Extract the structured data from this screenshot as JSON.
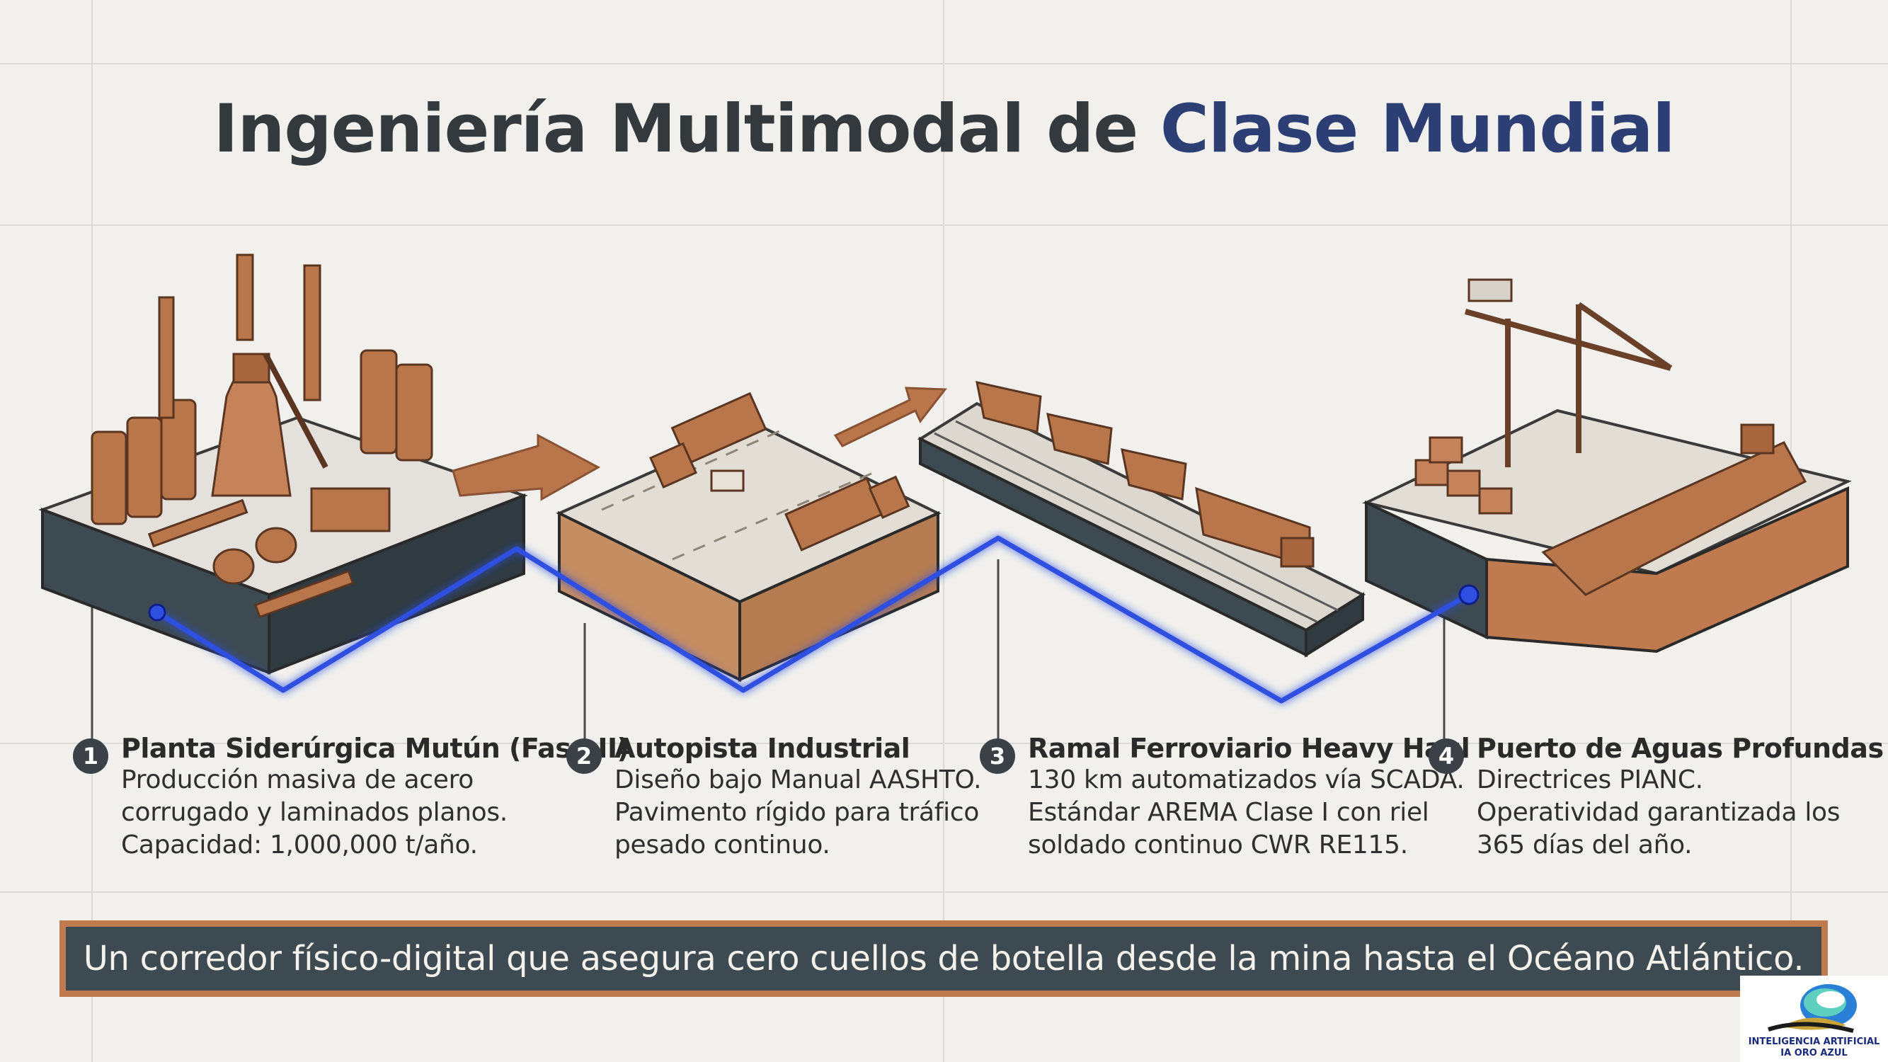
{
  "title": {
    "part1": "Ingeniería Multimodal de",
    "part2": "Clase Mundial"
  },
  "stages": [
    {
      "number": "1",
      "heading": "Planta Siderúrgica Mutún (Fase II)",
      "lines": [
        "Producción masiva de acero",
        "corrugado y laminados planos.",
        "Capacidad: 1,000,000 t/año."
      ]
    },
    {
      "number": "2",
      "heading": "Autopista Industrial",
      "lines": [
        "Diseño bajo Manual AASHTO.",
        "Pavimento rígido para tráfico",
        "pesado continuo."
      ]
    },
    {
      "number": "3",
      "heading": "Ramal Ferroviario Heavy Haul",
      "lines": [
        "130 km automatizados vía SCADA.",
        "Estándar AREMA Clase I con riel",
        "soldado continuo CWR RE115."
      ]
    },
    {
      "number": "4",
      "heading": "Puerto de Aguas Profundas",
      "lines": [
        "Directrices PIANC.",
        "Operatividad garantizada los",
        "365 días del año."
      ]
    }
  ],
  "banner": "Un corredor físico-digital que asegura cero cuellos de botella desde la mina hasta el Océano Atlántico.",
  "logo": {
    "line1": "INTELIGENCIA ARTIFICIAL",
    "line2": "IA ORO AZUL"
  },
  "colors": {
    "background": "#f1f0ec",
    "copper": "#b9764a",
    "copper_dark": "#8a5234",
    "slate": "#3d4a52",
    "blue_line": "#2f4fe0",
    "title_accent": "#2c3e73"
  },
  "icons": [
    "steel-plant-icon",
    "highway-truck-icon",
    "freight-train-icon",
    "port-crane-ship-icon"
  ]
}
